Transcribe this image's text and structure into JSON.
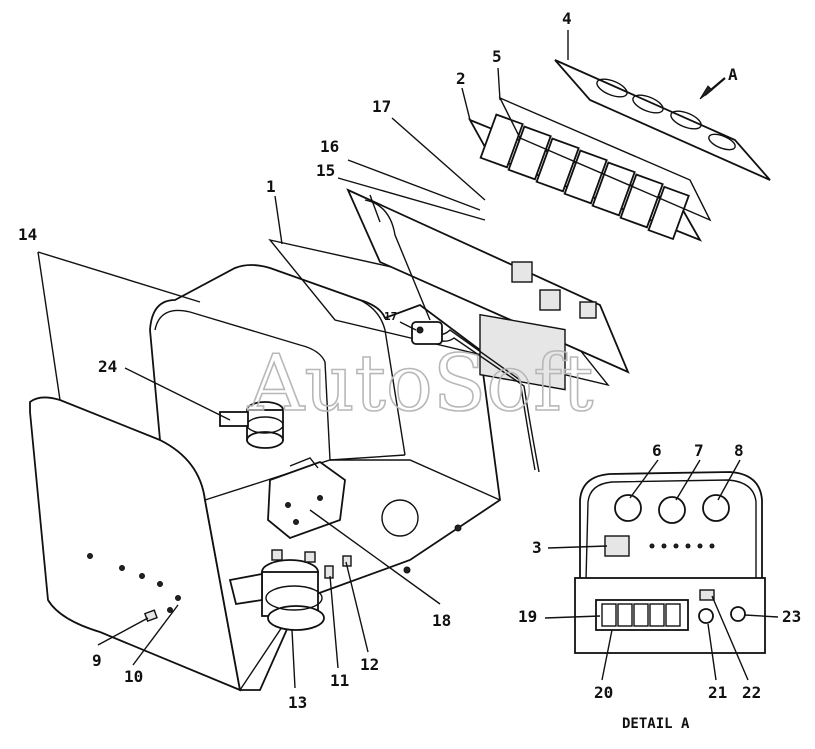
{
  "watermark": "AutoSoft",
  "detail_caption": "DETAIL A",
  "view_marker": "A",
  "callouts": {
    "c1": "1",
    "c2": "2",
    "c3": "3",
    "c4": "4",
    "c5": "5",
    "c6": "6",
    "c7": "7",
    "c8": "8",
    "c9": "9",
    "c10": "10",
    "c11": "11",
    "c12": "12",
    "c13": "13",
    "c14": "14",
    "c15": "15",
    "c16": "16",
    "c17a": "17",
    "c17b": "17",
    "c18": "18",
    "c19": "19",
    "c20": "20",
    "c21": "21",
    "c22": "22",
    "c23": "23",
    "c24": "24"
  }
}
